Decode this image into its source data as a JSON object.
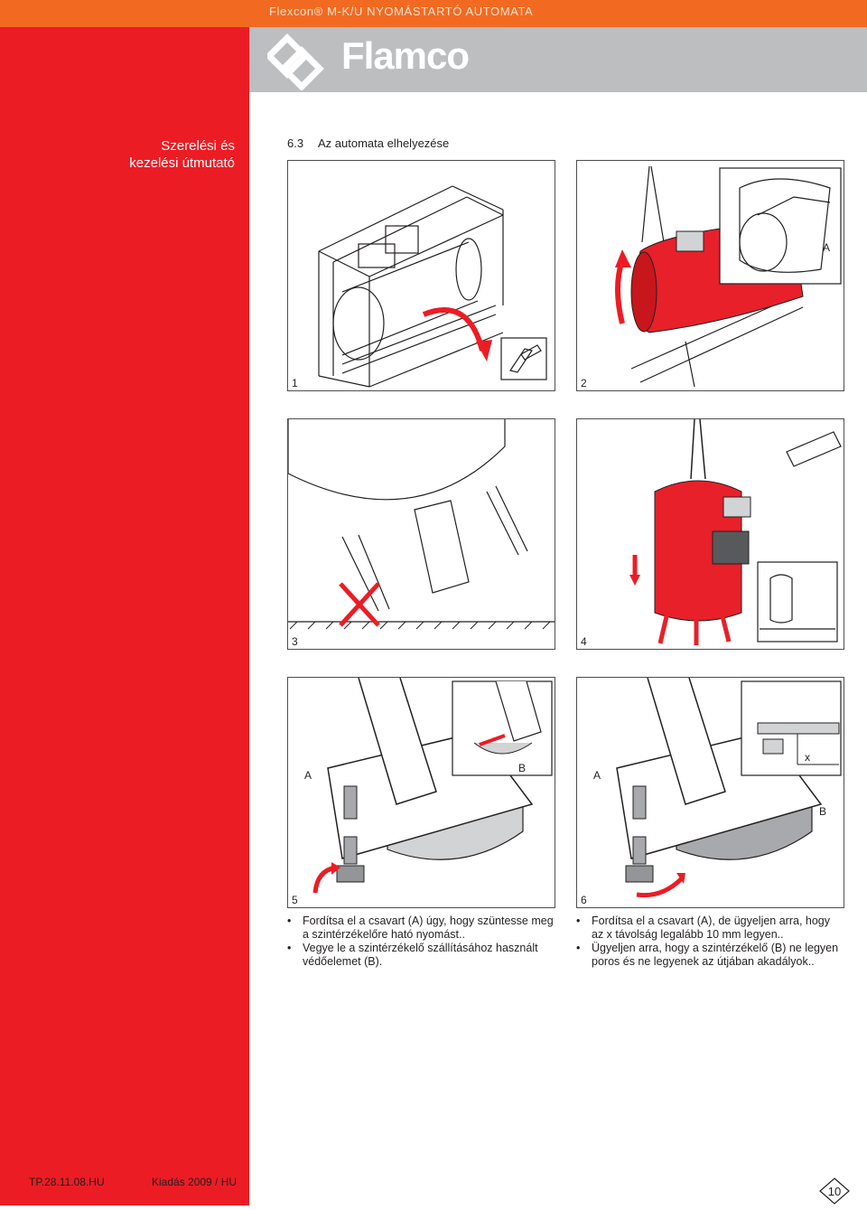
{
  "header": {
    "running_title": "Flexcon® M-K/U NYOMÁSTARTÓ AUTOMATA",
    "brand": "Flamco"
  },
  "sidebar": {
    "title_line1": "Szerelési és",
    "title_line2": "kezelési útmutató"
  },
  "section": {
    "number": "6.3",
    "title": "Az automata elhelyezése"
  },
  "panels": [
    {
      "number": "1",
      "labels": []
    },
    {
      "number": "2",
      "labels": [
        "A"
      ]
    },
    {
      "number": "3",
      "labels": []
    },
    {
      "number": "4",
      "labels": []
    },
    {
      "number": "5",
      "labels": [
        "A",
        "B"
      ]
    },
    {
      "number": "6",
      "labels": [
        "A",
        "x",
        "B"
      ]
    }
  ],
  "instructions_left": [
    "Fordítsa el a csavart (A) úgy, hogy szüntesse meg a szintérzékelőre ható nyomást..",
    "Vegye le a szintérzékelő szállításához használt védőelemet (B)."
  ],
  "instructions_right": [
    "Fordítsa el a csavart (A), de ügyeljen arra, hogy az x távolság legalább 10 mm legyen..",
    "Ügyeljen arra, hogy a szintérzékelő (B) ne legyen poros és ne legyenek az útjában akadályok.."
  ],
  "footer": {
    "doc_code": "TP.28.11.08.HU",
    "edition": "Kiadás  2009 / HU",
    "page": "10"
  },
  "colors": {
    "sidebar_red": "#ec1c24",
    "top_orange": "#f26a21",
    "header_grey": "#bcbec0",
    "vessel_red": "#e8202a"
  }
}
